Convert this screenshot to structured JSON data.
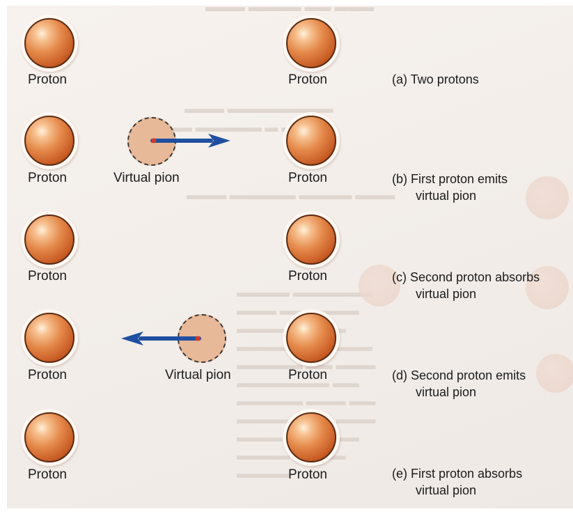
{
  "labels": {
    "proton": "Proton",
    "virtual_pion": "Virtual pion"
  },
  "captions": [
    {
      "line1": "(a) Two protons",
      "line2": ""
    },
    {
      "line1": "(b) First proton emits",
      "line2": "virtual pion"
    },
    {
      "line1": "(c) Second proton absorbs",
      "line2": "virtual pion"
    },
    {
      "line1": "(d) Second proton emits",
      "line2": "virtual pion"
    },
    {
      "line1": "(e) First proton absorbs",
      "line2": "virtual pion"
    }
  ],
  "colors": {
    "proton": "#d9743a",
    "pion_fill": "#e8b998",
    "arrow": "#1f4fa0",
    "arrow_tail": "#d23a2a"
  }
}
